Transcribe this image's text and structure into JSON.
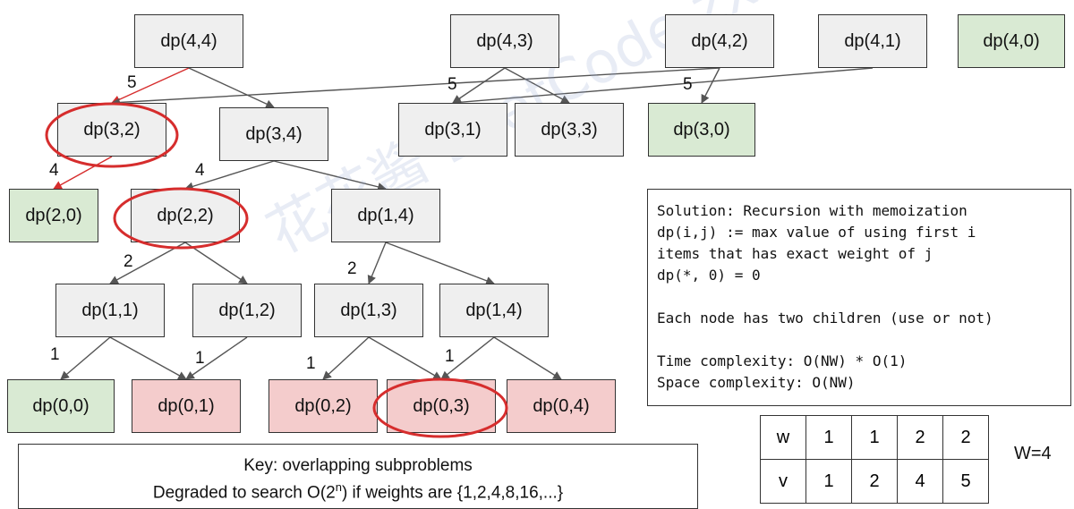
{
  "nodes": [
    {
      "id": "n44",
      "label": "dp(4,4)",
      "kind": "gray"
    },
    {
      "id": "n43",
      "label": "dp(4,3)",
      "kind": "gray"
    },
    {
      "id": "n42",
      "label": "dp(4,2)",
      "kind": "gray"
    },
    {
      "id": "n41",
      "label": "dp(4,1)",
      "kind": "gray"
    },
    {
      "id": "n40",
      "label": "dp(4,0)",
      "kind": "green"
    },
    {
      "id": "n32",
      "label": "dp(3,2)",
      "kind": "gray",
      "circled": true
    },
    {
      "id": "n34",
      "label": "dp(3,4)",
      "kind": "gray"
    },
    {
      "id": "n31",
      "label": "dp(3,1)",
      "kind": "gray"
    },
    {
      "id": "n33",
      "label": "dp(3,3)",
      "kind": "gray"
    },
    {
      "id": "n30",
      "label": "dp(3,0)",
      "kind": "green"
    },
    {
      "id": "n20",
      "label": "dp(2,0)",
      "kind": "green"
    },
    {
      "id": "n22",
      "label": "dp(2,2)",
      "kind": "gray",
      "circled": true
    },
    {
      "id": "n14a",
      "label": "dp(1,4)",
      "kind": "gray"
    },
    {
      "id": "n11",
      "label": "dp(1,1)",
      "kind": "gray"
    },
    {
      "id": "n12",
      "label": "dp(1,2)",
      "kind": "gray"
    },
    {
      "id": "n13",
      "label": "dp(1,3)",
      "kind": "gray"
    },
    {
      "id": "n14b",
      "label": "dp(1,4)",
      "kind": "gray"
    },
    {
      "id": "n00",
      "label": "dp(0,0)",
      "kind": "green"
    },
    {
      "id": "n01",
      "label": "dp(0,1)",
      "kind": "red"
    },
    {
      "id": "n02",
      "label": "dp(0,2)",
      "kind": "red"
    },
    {
      "id": "n03",
      "label": "dp(0,3)",
      "kind": "red",
      "circled": true
    },
    {
      "id": "n04",
      "label": "dp(0,4)",
      "kind": "red"
    }
  ],
  "edges": [
    {
      "from": "n44",
      "to": "n32",
      "label": "5",
      "color": "#d62d2d"
    },
    {
      "from": "n44",
      "to": "n34",
      "label": "",
      "color": "#555555"
    },
    {
      "from": "n43",
      "to": "n31",
      "label": "5",
      "color": "#555555"
    },
    {
      "from": "n43",
      "to": "n33",
      "label": "",
      "color": "#555555"
    },
    {
      "from": "n42",
      "to": "n32",
      "label": "",
      "color": "#555555"
    },
    {
      "from": "n42",
      "to": "n30",
      "label": "5",
      "color": "#555555"
    },
    {
      "from": "n41",
      "to": "n31",
      "label": "",
      "color": "#555555"
    },
    {
      "from": "n32",
      "to": "n20",
      "label": "4",
      "color": "#d62d2d"
    },
    {
      "from": "n34",
      "to": "n22",
      "label": "4",
      "color": "#555555"
    },
    {
      "from": "n34",
      "to": "n14a",
      "label": "",
      "color": "#555555"
    },
    {
      "from": "n22",
      "to": "n11",
      "label": "2",
      "color": "#555555"
    },
    {
      "from": "n22",
      "to": "n12",
      "label": "",
      "color": "#555555"
    },
    {
      "from": "n14a",
      "to": "n13",
      "label": "2",
      "color": "#555555"
    },
    {
      "from": "n14a",
      "to": "n14b",
      "label": "",
      "color": "#555555"
    },
    {
      "from": "n11",
      "to": "n00",
      "label": "1",
      "color": "#555555"
    },
    {
      "from": "n11",
      "to": "n01",
      "label": "",
      "color": "#555555"
    },
    {
      "from": "n12",
      "to": "n01",
      "label": "1",
      "color": "#555555"
    },
    {
      "from": "n13",
      "to": "n02",
      "label": "1",
      "color": "#555555"
    },
    {
      "from": "n13",
      "to": "n03",
      "label": "",
      "color": "#555555"
    },
    {
      "from": "n14b",
      "to": "n03",
      "label": "1",
      "color": "#555555"
    },
    {
      "from": "n14b",
      "to": "n04",
      "label": "",
      "color": "#555555"
    }
  ],
  "solution": {
    "lines": [
      "Solution: Recursion with memoization",
      "dp(i,j) := max value of using first i",
      "items that has exact weight of j",
      "dp(*, 0) = 0",
      "",
      "Each node has two children (use or not)",
      "",
      "Time complexity: O(NW) * O(1)",
      "Space complexity: O(NW)"
    ]
  },
  "key": {
    "line1": "Key: overlapping subproblems",
    "line2_prefix": "Degraded to search O(2",
    "line2_sup": "n",
    "line2_suffix": ") if weights are {1,2,4,8,16,...}"
  },
  "table": {
    "rows": [
      {
        "header": "w",
        "values": [
          "1",
          "1",
          "2",
          "2"
        ]
      },
      {
        "header": "v",
        "values": [
          "1",
          "2",
          "4",
          "5"
        ]
      }
    ]
  },
  "capacity": "W=4",
  "watermark": "花花酱 LeetCode zxi.mytechroad.com/blog/",
  "colors": {
    "gray": "#efefef",
    "green": "#d9ead3",
    "red": "#f4cccc",
    "highlight": "#d62d2d"
  }
}
